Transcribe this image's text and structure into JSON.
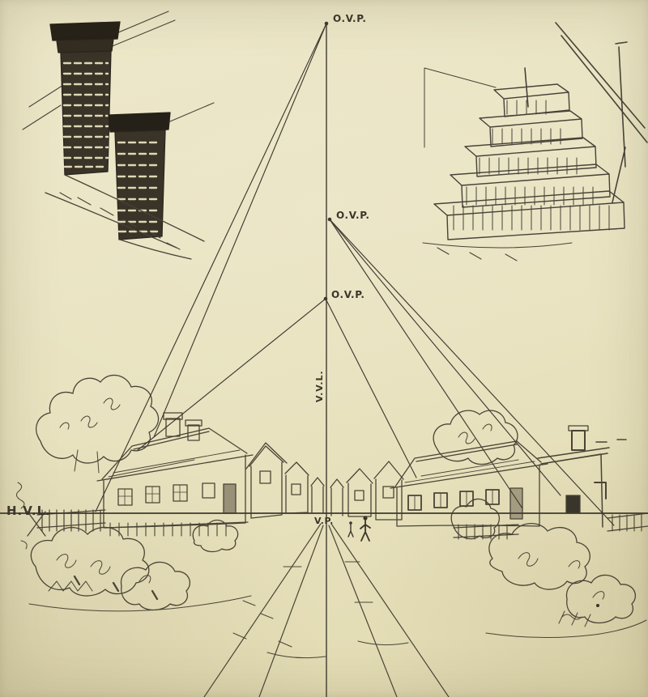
{
  "labels": {
    "ovp_top": "O.V.P.",
    "ovp_middle": "O.V.P.",
    "ovp_lower": "O.V.P.",
    "vertical_vanishing_line": "V.V.L.",
    "horizontal_vanishing_line": "H.V.L.",
    "vanishing_point": "V.P."
  },
  "colors": {
    "paper": "#e9e3c2",
    "ink": "#454035",
    "heavy_ink": "#2b2620"
  }
}
